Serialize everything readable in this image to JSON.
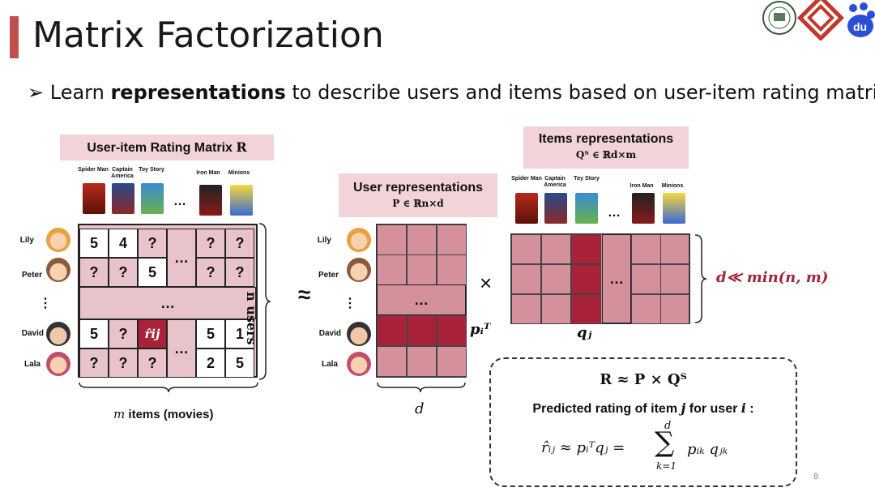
{
  "header": {
    "title": "Matrix Factorization",
    "bullet": "➢",
    "subtitle_pre": "Learn ",
    "subtitle_bold": "representations",
    "subtitle_post": " to describe users and items based on user-item rating matrix ",
    "subtitle_R": "R",
    "subtitle_end": "."
  },
  "left": {
    "label_text": "User-item Rating Matrix ",
    "label_R": "R",
    "movies": [
      "Spider Man",
      "Captain America",
      "Toy Story",
      "Iron Man",
      "Minions"
    ],
    "ellipsis": "…",
    "users": [
      "Lily",
      "Peter",
      "⋮",
      "David",
      "Lala"
    ],
    "rows": [
      [
        "5",
        "4",
        "?",
        "?",
        "?"
      ],
      [
        "?",
        "?",
        "5",
        "?",
        "?"
      ],
      [
        "5",
        "?",
        "r̂ij",
        "5",
        "1"
      ],
      [
        "?",
        "?",
        "?",
        "2",
        "5"
      ]
    ],
    "n_users": "n users",
    "m_items_var": "m",
    "m_items_text": " items (movies)"
  },
  "approx": "≈",
  "middle": {
    "label_line1": "User representations",
    "label_line2": "P ∈ ℝn×d",
    "pi": "pᵢᵀ",
    "d": "d"
  },
  "times": "×",
  "right": {
    "label_line1": "Items representations",
    "label_line2": "Qᵀ ∈ ℝd×m",
    "qj": "qⱼ",
    "dmin": "d≪ min(n, m)"
  },
  "formula_box": {
    "line1": "R ≈ P × Qᵀ",
    "line2_pre": "Predicted rating of item ",
    "line2_j": "j",
    "line2_mid": " for user ",
    "line2_i": "i",
    "line2_end": " :",
    "line3": "r̂ᵢⱼ ≈ pᵢᵀqⱼ =",
    "sum_top": "d",
    "sum_bottom": "k=1",
    "sum_body": "pᵢₖ qⱼₖ"
  },
  "page_number": "8",
  "colors": {
    "light_cell": "#e8c3c9",
    "mid_cell": "#d4919c",
    "dark_cell": "#a8223a",
    "label_bg": "#f2d4d8",
    "accent": "#c0504d",
    "dmin_color": "#a0243a"
  }
}
